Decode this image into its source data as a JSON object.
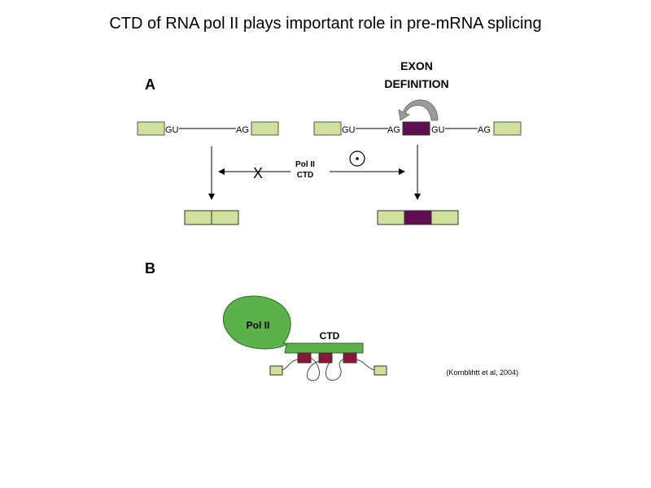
{
  "slide": {
    "title": "CTD of RNA pol II plays important role in pre-mRNA splicing",
    "citation": "(Kornblihtt et al, 2004)"
  },
  "panel_a": {
    "label": "A",
    "heading_line1": "EXON",
    "heading_line2": "DEFINITION",
    "left_donor": "GU",
    "left_acceptor": "AG",
    "right_acceptor1": "AG",
    "right_donor": "GU",
    "right_acceptor2": "AG",
    "center_line1": "Pol II",
    "center_line2": "CTD",
    "blocked_mark": "X",
    "enabled_mark": "⊙"
  },
  "panel_b": {
    "label": "B",
    "polymerase": "Pol II",
    "tail": "CTD"
  },
  "colors": {
    "exon": "#cfe19a",
    "alt_exon": "#5e0f52",
    "polymerase": "#5bb14a",
    "ctd_factor": "#8a1538",
    "arrow_grey": "#9a9a9a"
  }
}
